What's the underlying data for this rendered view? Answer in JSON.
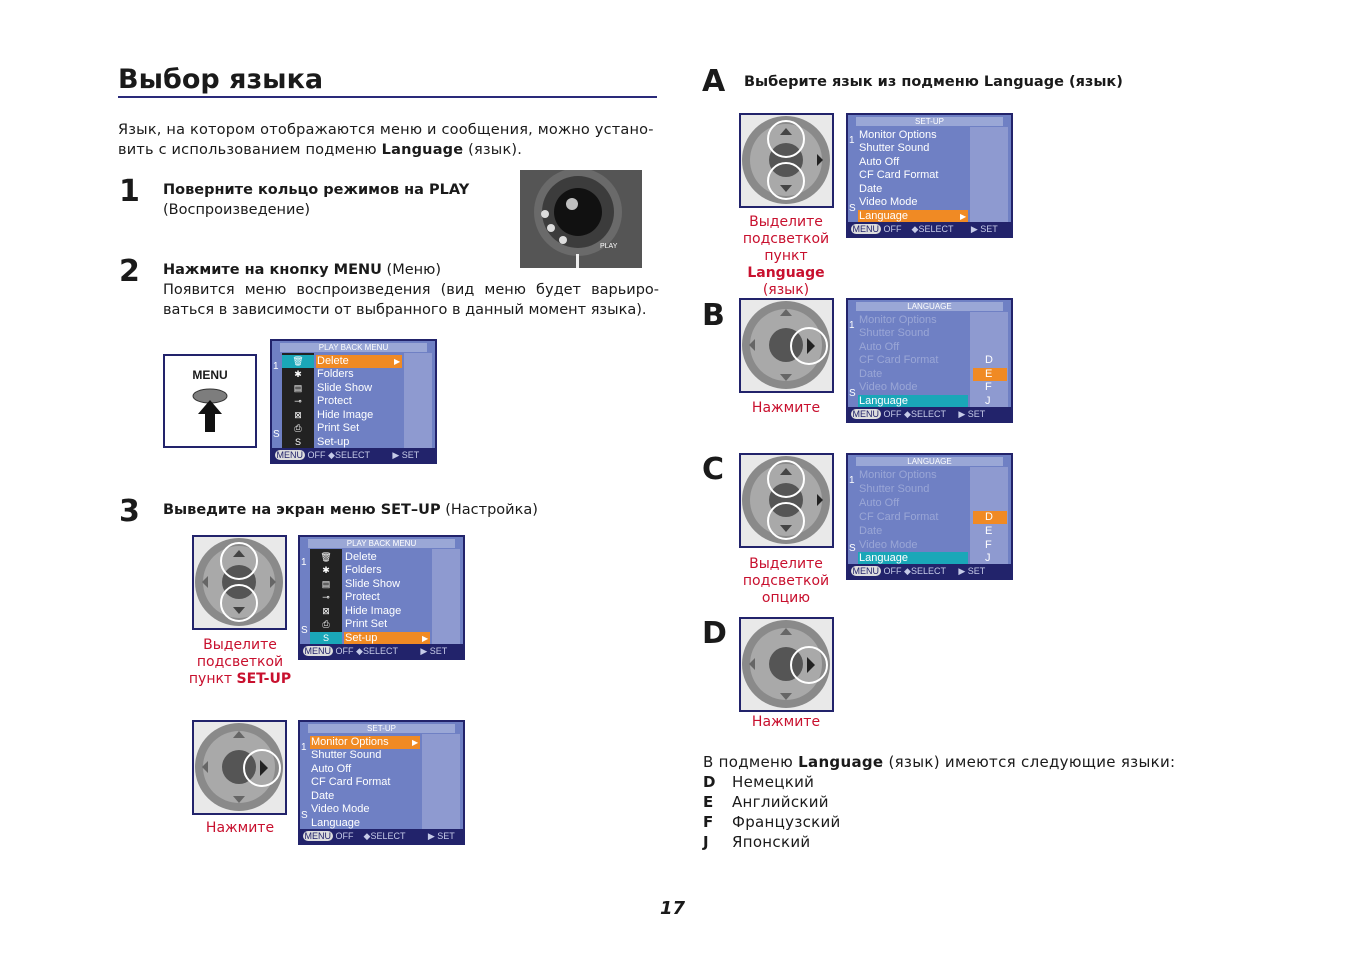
{
  "page": {
    "title": "Выбор языка",
    "intro_pre": "Язык, на котором отображаются меню и сообщения, можно устано-вить с использованием подменю ",
    "intro_bold": "Language",
    "intro_post": " (язык).",
    "page_number": "17"
  },
  "steps": {
    "s1": {
      "num": "1",
      "bold": "Поверните кольцо режимов на PLAY",
      "text": "(Воспроизведение)"
    },
    "s2": {
      "num": "2",
      "bold": "Нажмите на кнопку MENU",
      "text_inline": " (Меню)",
      "text": "Появится меню воспроизведения (вид меню будет варьиро-ваться в зависимости от выбранного в данный момент языка)."
    },
    "s3": {
      "num": "3",
      "bold": "Выведите на экран меню SET–UP",
      "text_inline": " (Настройка)"
    }
  },
  "menu_button": {
    "label": "MENU"
  },
  "ring": {
    "play_label": "PLAY"
  },
  "playback_menu": {
    "header": "PLAY BACK MENU",
    "items": [
      "Delete",
      "Folders",
      "Slide Show",
      "Protect",
      "Hide Image",
      "Print Set",
      "Set-up"
    ],
    "icons": [
      "🗑",
      "✱",
      "▤",
      "⊸",
      "⊠",
      "⎙",
      "S"
    ],
    "footer_menu": "MENU",
    "footer_off": "OFF",
    "footer_select": "◆SELECT",
    "footer_set": "▶ SET"
  },
  "setup_menu": {
    "header": "SET-UP",
    "items": [
      "Monitor Options",
      "Shutter Sound",
      "Auto Off",
      "CF Card Format",
      "Date",
      "Video Mode",
      "Language"
    ]
  },
  "language_menu": {
    "header": "LANGUAGE",
    "codes": [
      "D",
      "E",
      "F",
      "J"
    ]
  },
  "captions": {
    "highlight_setup_1": "Выделите",
    "highlight_setup_2": "подсветкой",
    "highlight_setup_3a": "пункт ",
    "highlight_setup_3b": "SET-UP",
    "press": "Нажмите",
    "highlight_lang_1": "Выделите",
    "highlight_lang_2": "подсветкой",
    "highlight_lang_3a": "пункт ",
    "highlight_lang_3b": "Language",
    "highlight_lang_4": "(язык)",
    "highlight_option_1": "Выделите",
    "highlight_option_2": "подсветкой",
    "highlight_option_3": "опцию"
  },
  "right": {
    "A": "A",
    "A_text": "Выберите язык из подменю Language (язык)",
    "B": "B",
    "C": "C",
    "D": "D",
    "langs_intro_pre": "В подменю ",
    "langs_intro_bold": "Language",
    "langs_intro_post": " (язык) имеются следующие языки:",
    "langs": [
      {
        "code": "D",
        "name": "Немецкий"
      },
      {
        "code": "E",
        "name": "Английский"
      },
      {
        "code": "F",
        "name": "Французский"
      },
      {
        "code": "J",
        "name": "Японский"
      }
    ]
  },
  "colors": {
    "accent_red": "#c8102e",
    "screen_blue": "#6f80c4",
    "highlight_orange": "#f08a24",
    "highlight_teal": "#1aa7b8",
    "frame": "#22236b"
  }
}
